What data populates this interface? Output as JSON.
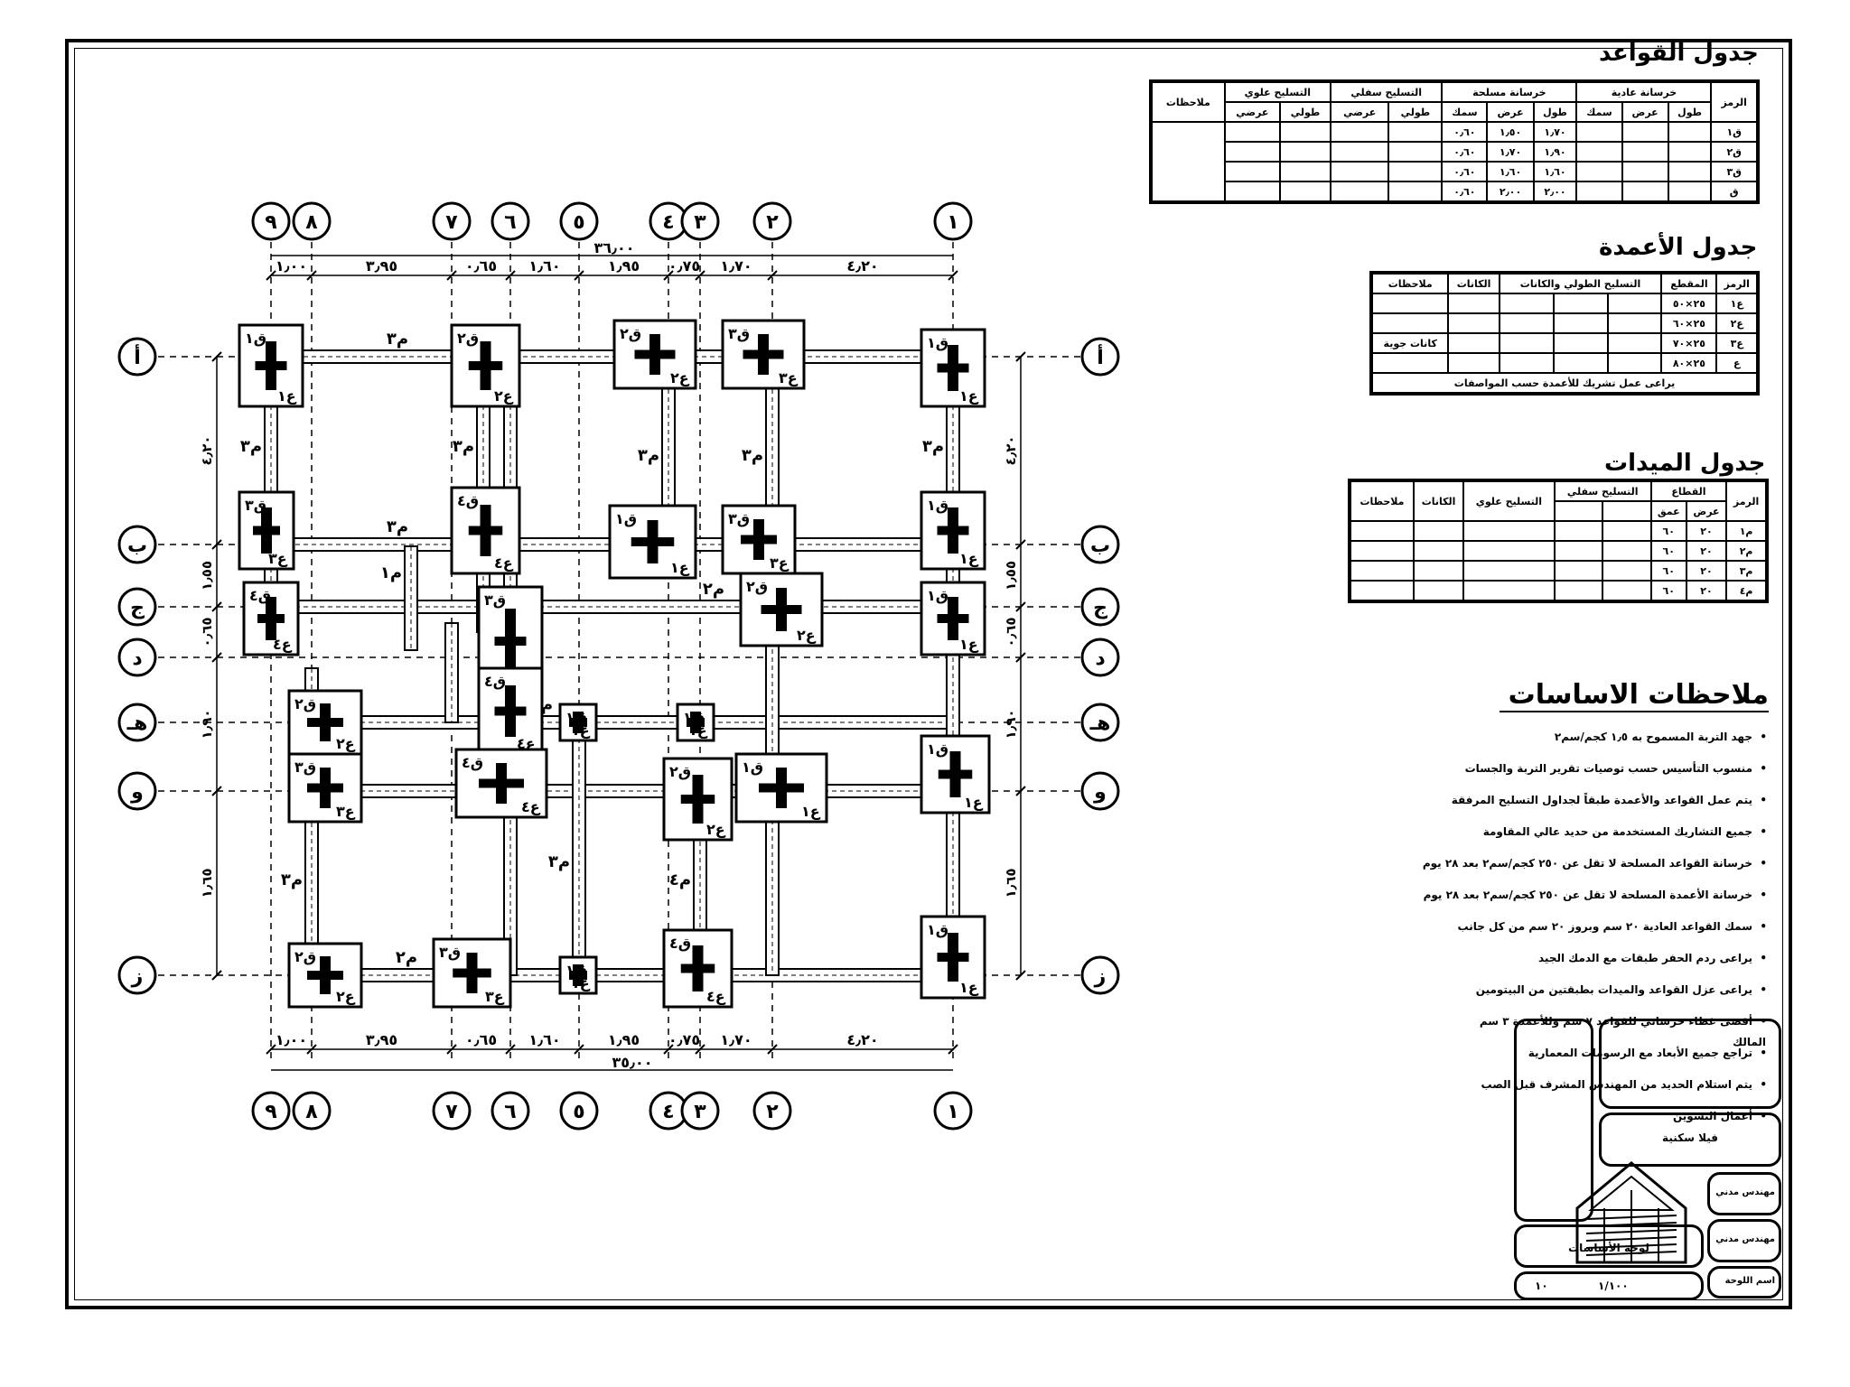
{
  "drawing": {
    "column_grid_labels": [
      "٩",
      "٨",
      "٧",
      "٦",
      "٥",
      "٤",
      "٣",
      "٢",
      "١"
    ],
    "row_grid_labels": [
      "أ",
      "ب",
      "ج",
      "د",
      "هـ",
      "و",
      "ز"
    ],
    "top_total_dim": "٣٦٫٠٠",
    "bottom_total_dim": "٣٥٫٠٠",
    "top_dims": [
      "١٫٠٠",
      "٣٫٩٥",
      "٠٫٦٥",
      "١٫٦٠",
      "١٫٩٥",
      "٠٫٧٥",
      "١٫٧٠",
      "٤٫٢٠"
    ],
    "bottom_dims": [
      "١٫٠٠",
      "٣٫٩٥",
      "٠٫٦٥",
      "١٫٦٠",
      "١٫٩٥",
      "٠٫٧٥",
      "١٫٧٠",
      "٤٫٢٠"
    ],
    "side_dims": [
      "٤٫٢٠",
      "١٫٥٥",
      "٠٫٦٥",
      "١٫٩٠",
      "١٫٦٥",
      "٤٫٢٠"
    ],
    "tie_beam_labels": [
      "م٣",
      "م٢",
      "م١",
      "م٤"
    ],
    "footing_labels": [
      "ق١",
      "ق٢",
      "ق٣",
      "ق٤",
      "ع١",
      "ع٢",
      "ع٣",
      "ع٤"
    ]
  },
  "footings_table": {
    "title": "جدول القواعد",
    "headers": [
      "الرمز",
      "خرسانة عادية",
      "خرسانة مسلحة",
      "التسليح سفلي",
      "التسليح علوي",
      "ملاحظات"
    ],
    "subheaders": [
      "طول",
      "عرض",
      "سمك",
      "طول",
      "عرض",
      "سمك",
      "طولي",
      "عرضي",
      "طولي",
      "عرضي"
    ],
    "rows": [
      [
        "ق١",
        "",
        "",
        "",
        "١٫٧٠",
        "١٫٥٠",
        "٠٫٦٠"
      ],
      [
        "ق٢",
        "",
        "",
        "",
        "١٫٩٠",
        "١٫٧٠",
        "٠٫٦٠"
      ],
      [
        "ق٣",
        "",
        "",
        "",
        "١٫٦٠",
        "١٫٦٠",
        "٠٫٦٠"
      ],
      [
        "ق",
        "",
        "",
        "",
        "٢٫٠٠",
        "٢٫٠٠",
        "٠٫٦٠"
      ]
    ]
  },
  "columns_table": {
    "title": "جدول الأعمدة",
    "headers": [
      "الرمز",
      "المقطع",
      "التسليح الطولي والكانات",
      "الكانات",
      "ملاحظات"
    ],
    "rows": [
      [
        "ع١",
        "٢٥×٥٠",
        "",
        "",
        "",
        ""
      ],
      [
        "ع٢",
        "٢٥×٦٠",
        "",
        "",
        "",
        ""
      ],
      [
        "ع٣",
        "٢٥×٧٠",
        "",
        "",
        "",
        "كانات جوية"
      ],
      [
        "ع",
        "٢٥×٨٠",
        "",
        "",
        "",
        ""
      ]
    ],
    "footer": "يراعى عمل تشريك للأعمدة حسب المواصفات"
  },
  "beams_table": {
    "title": "جدول الميدات",
    "headers": [
      "الرمز",
      "القطاع",
      "التسليح سفلي",
      "التسليح علوي",
      "الكانات",
      "ملاحظات"
    ],
    "subheaders": [
      "عرض",
      "عمق"
    ],
    "rows": [
      [
        "م١",
        "٢٠",
        "٦٠"
      ],
      [
        "م٢",
        "٢٠",
        "٦٠"
      ],
      [
        "م٣",
        "٢٠",
        "٦٠"
      ],
      [
        "م٤",
        "٢٠",
        "٦٠"
      ]
    ]
  },
  "notes": {
    "title": "ملاحظات الاساسات",
    "items": [
      "جهد التربة المسموح به ١٫٥ كجم/سم٢",
      "منسوب التأسيس حسب توصيات تقرير التربة والجسات",
      "يتم عمل القواعد والأعمدة طبقاً لجداول التسليح المرفقة",
      "جميع التشاريك المستخدمة من حديد عالي المقاومة",
      "خرسانة القواعد المسلحة لا تقل عن ٢٥٠ كجم/سم٢ بعد ٢٨ يوم",
      "خرسانة الأعمدة المسلحة لا تقل عن ٢٥٠ كجم/سم٢ بعد ٢٨ يوم",
      "سمك القواعد العادية ٢٠ سم وبروز ٢٠ سم من كل جانب",
      "يراعى ردم الحفر طبقات مع الدمك الجيد",
      "يراعى عزل القواعد والميدات بطبقتين من البيتومين",
      "أقصى غطاء خرساني للقواعد ٧ سم وللأعمدة ٣ سم",
      "تراجع جميع الأبعاد مع الرسومات المعمارية",
      "يتم استلام الحديد من المهندس المشرف قبل الصب",
      "أعمال التشوين"
    ]
  },
  "title_block": {
    "owner_label": "المالك",
    "project_label": "فيلا سكنية",
    "designer_label": "مهندس مدني",
    "engineer_label": "مهندس مدني",
    "drawing_name_label": "اسم اللوحة",
    "drawing_name": "لوحة الأساسات",
    "scale": "١/١٠٠",
    "sheet_no": "١٠"
  }
}
